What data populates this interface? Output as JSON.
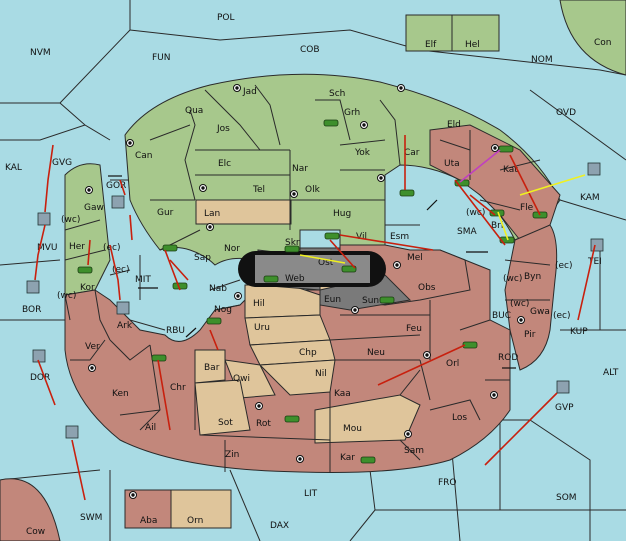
{
  "colors": {
    "sea": "#a9dbe4",
    "green_power": "#a7c88c",
    "red_power": "#c2877b",
    "neutral": "#dfc59b",
    "dark_land": "#7a7a7a",
    "order_arrow": "#c8200e",
    "support_arrow": "#f0f020",
    "convoy_arrow": "#c040c0"
  },
  "sea_labels": [
    "POL",
    "NVM",
    "FUN",
    "COB",
    "NOM",
    "OVD",
    "KAL",
    "GVG",
    "GOR",
    "MVU",
    "BOR",
    "MIT",
    "RBU",
    "SMA",
    "KAM",
    "BUC",
    "ROD",
    "KUP",
    "ALT",
    "DOR",
    "GVP",
    "FRO",
    "SOM",
    "SWM",
    "LIT",
    "DAX",
    "Con",
    "Cow",
    "TEI"
  ],
  "green_labels": [
    "Elf",
    "Hel",
    "Jad",
    "Sch",
    "Qua",
    "Grh",
    "Jos",
    "Eld",
    "Can",
    "Yok",
    "Car",
    "Elc",
    "Nar",
    "Uta",
    "Kat",
    "Tel",
    "Olk",
    "Gur",
    "Hug",
    "Fle",
    "Gaw",
    "Bri",
    "Her",
    "Esm",
    "Kor",
    "Sap",
    "Nor",
    "Skr"
  ],
  "red_labels": [
    "Vil",
    "Mel",
    "Byn",
    "Nab",
    "Obs",
    "Gwa",
    "Ark",
    "Nog",
    "Feu",
    "Pir",
    "Ver",
    "Neu",
    "Orl",
    "Ken",
    "Chr",
    "Ail",
    "Kaa",
    "Los",
    "Zin",
    "Sam",
    "Kar",
    "Aba",
    "Rot"
  ],
  "neutral_labels": [
    "Lan",
    "Hil",
    "Uru",
    "Chp",
    "Nil",
    "Bar",
    "Qwi",
    "Sot",
    "Mou",
    "Orn",
    "Eun"
  ],
  "dark_labels": [
    "Web",
    "Ost",
    "Sun"
  ],
  "coast_labels": [
    "(wc)",
    "(ec)",
    "(wc)",
    "(ec)",
    "(wc)",
    "(ec)",
    "(wc)",
    "(ec)",
    "(wc)"
  ],
  "icons": [
    "army-green-icon",
    "fleet-gray-icon",
    "supply-center-icon",
    "double-arrow-icon"
  ]
}
